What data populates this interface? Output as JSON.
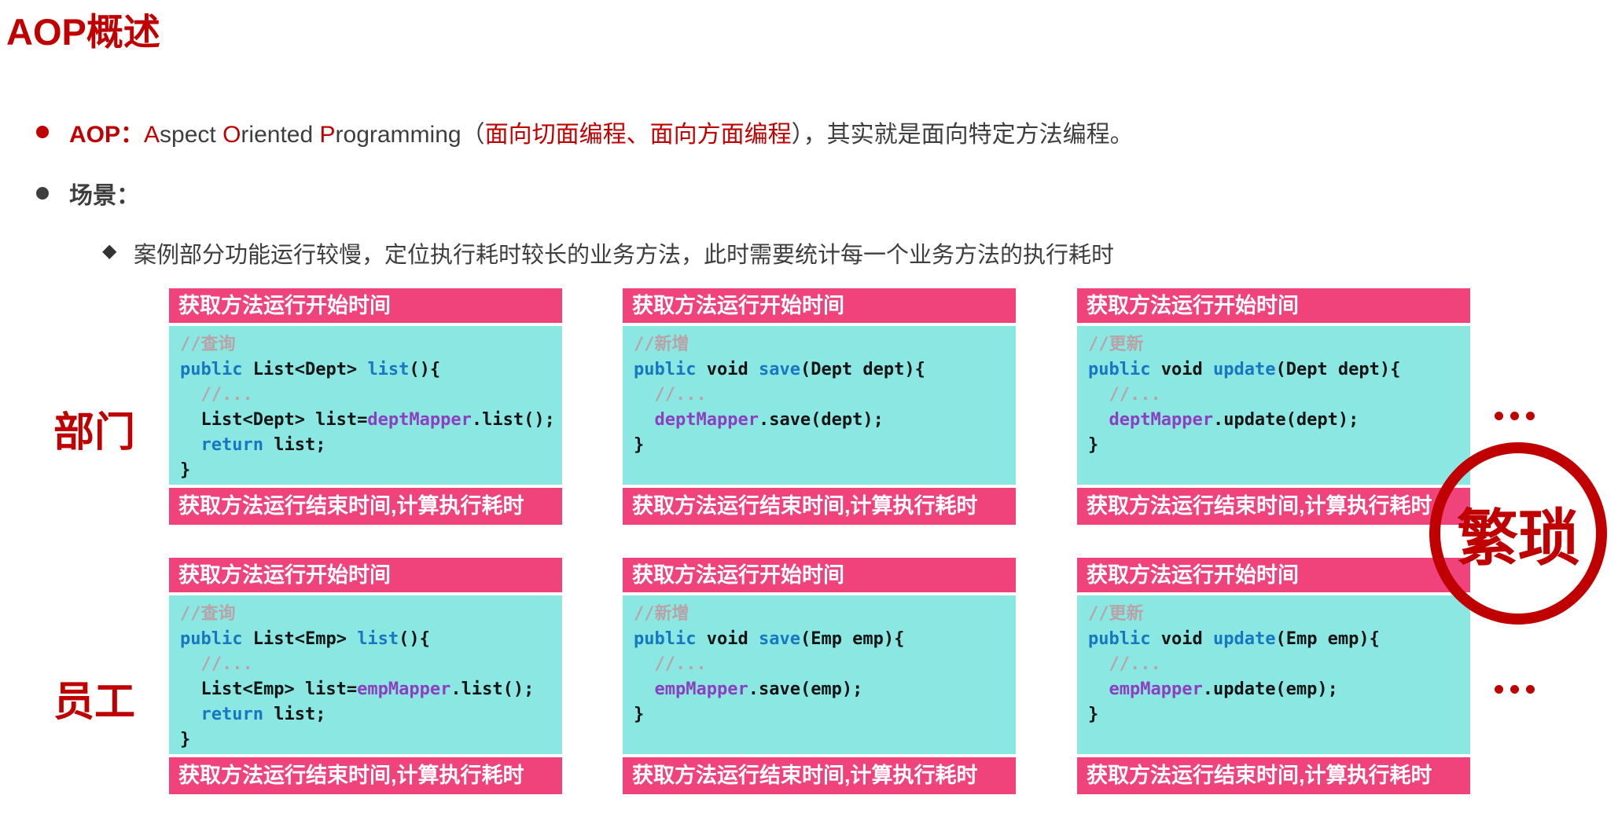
{
  "page": {
    "title": "AOP概述"
  },
  "colors": {
    "accent_red": "#C00000",
    "header_pink": "#F0437C",
    "code_cyan": "#8AE7E1",
    "keyword_blue": "#1877C0",
    "field_purple": "#8C3FC0",
    "comment_gray": "#B9A2A8",
    "body_text": "#3E3E3E"
  },
  "intro": {
    "bullet1": {
      "segments": [
        {
          "text": "AOP：",
          "style": "red-bold"
        },
        {
          "text": "A",
          "style": "red"
        },
        {
          "text": "spect ",
          "style": "body"
        },
        {
          "text": "O",
          "style": "red"
        },
        {
          "text": "riented ",
          "style": "body"
        },
        {
          "text": "P",
          "style": "red"
        },
        {
          "text": "rogramming（",
          "style": "body"
        },
        {
          "text": "面向切面编程、面向方面编程",
          "style": "red"
        },
        {
          "text": "），其实就是面向特定方法编程。",
          "style": "body"
        }
      ]
    },
    "bullet2": {
      "label": "场景："
    },
    "sub_bullet": {
      "text": "案例部分功能运行较慢，定位执行耗时较长的业务方法，此时需要统计每一个业务方法的执行耗时"
    }
  },
  "grid": {
    "header_label": "获取方法运行开始时间",
    "footer_label": "获取方法运行结束时间,计算执行耗时",
    "rows": [
      {
        "label": "部门",
        "more": "...",
        "blocks": [
          {
            "lines": [
              [
                {
                  "t": "//查询",
                  "c": "cm"
                }
              ],
              [
                {
                  "t": "public",
                  "c": "kw"
                },
                {
                  "t": " List<Dept> ",
                  "c": "pl"
                },
                {
                  "t": "list",
                  "c": "kw"
                },
                {
                  "t": "(){",
                  "c": "pl"
                }
              ],
              [
                {
                  "t": "  //...",
                  "c": "cm"
                }
              ],
              [
                {
                  "t": "  List<Dept> list=",
                  "c": "pl"
                },
                {
                  "t": "deptMapper",
                  "c": "fd"
                },
                {
                  "t": ".list();",
                  "c": "pl"
                }
              ],
              [
                {
                  "t": "  ",
                  "c": "pl"
                },
                {
                  "t": "return",
                  "c": "kw"
                },
                {
                  "t": " list;",
                  "c": "pl"
                }
              ],
              [
                {
                  "t": "}",
                  "c": "pl"
                }
              ]
            ]
          },
          {
            "lines": [
              [
                {
                  "t": "//新增",
                  "c": "cm"
                }
              ],
              [
                {
                  "t": "public",
                  "c": "kw"
                },
                {
                  "t": " void ",
                  "c": "pl"
                },
                {
                  "t": "save",
                  "c": "kw"
                },
                {
                  "t": "(Dept dept){",
                  "c": "pl"
                }
              ],
              [
                {
                  "t": "  //...",
                  "c": "cm"
                }
              ],
              [
                {
                  "t": "  ",
                  "c": "pl"
                },
                {
                  "t": "deptMapper",
                  "c": "fd"
                },
                {
                  "t": ".save(dept);",
                  "c": "pl"
                }
              ],
              [
                {
                  "t": "}",
                  "c": "pl"
                }
              ]
            ]
          },
          {
            "lines": [
              [
                {
                  "t": "//更新",
                  "c": "cm"
                }
              ],
              [
                {
                  "t": "public",
                  "c": "kw"
                },
                {
                  "t": " void ",
                  "c": "pl"
                },
                {
                  "t": "update",
                  "c": "kw"
                },
                {
                  "t": "(Dept dept){",
                  "c": "pl"
                }
              ],
              [
                {
                  "t": "  //...",
                  "c": "cm"
                }
              ],
              [
                {
                  "t": "  ",
                  "c": "pl"
                },
                {
                  "t": "deptMapper",
                  "c": "fd"
                },
                {
                  "t": ".update(dept);",
                  "c": "pl"
                }
              ],
              [
                {
                  "t": "}",
                  "c": "pl"
                }
              ]
            ]
          }
        ]
      },
      {
        "label": "员工",
        "more": "...",
        "blocks": [
          {
            "lines": [
              [
                {
                  "t": "//查询",
                  "c": "cm"
                }
              ],
              [
                {
                  "t": "public",
                  "c": "kw"
                },
                {
                  "t": " List<Emp> ",
                  "c": "pl"
                },
                {
                  "t": "list",
                  "c": "kw"
                },
                {
                  "t": "(){",
                  "c": "pl"
                }
              ],
              [
                {
                  "t": "  //...",
                  "c": "cm"
                }
              ],
              [
                {
                  "t": "  List<Emp> list=",
                  "c": "pl"
                },
                {
                  "t": "empMapper",
                  "c": "fd"
                },
                {
                  "t": ".list();",
                  "c": "pl"
                }
              ],
              [
                {
                  "t": "  ",
                  "c": "pl"
                },
                {
                  "t": "return",
                  "c": "kw"
                },
                {
                  "t": " list;",
                  "c": "pl"
                }
              ],
              [
                {
                  "t": "}",
                  "c": "pl"
                }
              ]
            ]
          },
          {
            "lines": [
              [
                {
                  "t": "//新增",
                  "c": "cm"
                }
              ],
              [
                {
                  "t": "public",
                  "c": "kw"
                },
                {
                  "t": " void ",
                  "c": "pl"
                },
                {
                  "t": "save",
                  "c": "kw"
                },
                {
                  "t": "(Emp emp){",
                  "c": "pl"
                }
              ],
              [
                {
                  "t": "  //...",
                  "c": "cm"
                }
              ],
              [
                {
                  "t": "  ",
                  "c": "pl"
                },
                {
                  "t": "empMapper",
                  "c": "fd"
                },
                {
                  "t": ".save(emp);",
                  "c": "pl"
                }
              ],
              [
                {
                  "t": "}",
                  "c": "pl"
                }
              ]
            ]
          },
          {
            "lines": [
              [
                {
                  "t": "//更新",
                  "c": "cm"
                }
              ],
              [
                {
                  "t": "public",
                  "c": "kw"
                },
                {
                  "t": " void ",
                  "c": "pl"
                },
                {
                  "t": "update",
                  "c": "kw"
                },
                {
                  "t": "(Emp emp){",
                  "c": "pl"
                }
              ],
              [
                {
                  "t": "  //...",
                  "c": "cm"
                }
              ],
              [
                {
                  "t": "  ",
                  "c": "pl"
                },
                {
                  "t": "empMapper",
                  "c": "fd"
                },
                {
                  "t": ".update(emp);",
                  "c": "pl"
                }
              ],
              [
                {
                  "t": "}",
                  "c": "pl"
                }
              ]
            ]
          }
        ]
      }
    ]
  },
  "stamp": {
    "text": "繁琐"
  }
}
